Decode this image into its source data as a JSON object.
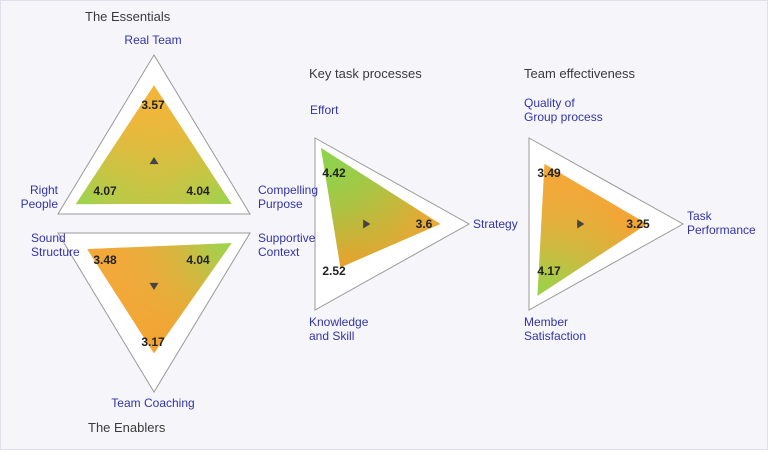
{
  "page": {
    "background": "#f6f6fa"
  },
  "colors": {
    "label_blue": "#3333aa",
    "title_gray": "#3a3a3a",
    "value_dark": "#222222",
    "outline": "#999999",
    "triangle_fill": "#ffffff",
    "marker": "#444444"
  },
  "chart_data": [
    {
      "type": "radar",
      "variant": "triangle",
      "title": "The Essentials",
      "scale": {
        "min": 0,
        "max": 5
      },
      "legend": "none",
      "vertices": [
        {
          "label": "Real Team",
          "value": 3.57,
          "color": "#f2b53a"
        },
        {
          "label": "Right\nPeople",
          "value": 4.07,
          "color": "#9cd44e"
        },
        {
          "label": "Compelling\nPurpose",
          "value": 4.04,
          "color": "#9cd44e"
        }
      ]
    },
    {
      "type": "radar",
      "variant": "triangle",
      "title": "The Enablers",
      "scale": {
        "min": 0,
        "max": 5
      },
      "legend": "none",
      "vertices": [
        {
          "label": "Sound\nStructure",
          "value": 3.48,
          "color": "#f2a93a"
        },
        {
          "label": "Supportive\nContext",
          "value": 4.04,
          "color": "#9cd44e"
        },
        {
          "label": "Team Coaching",
          "value": 3.17,
          "color": "#f2a432"
        }
      ]
    },
    {
      "type": "radar",
      "variant": "triangle",
      "title": "Key task processes",
      "scale": {
        "min": 0,
        "max": 5
      },
      "legend": "none",
      "vertices": [
        {
          "label": "Effort",
          "value": 4.42,
          "color": "#8fd24c"
        },
        {
          "label": "Strategy",
          "value": 3.6,
          "color": "#f0a735"
        },
        {
          "label": "Knowledge\nand Skill",
          "value": 2.52,
          "color": "#ee9e2b"
        }
      ]
    },
    {
      "type": "radar",
      "variant": "triangle",
      "title": "Team effectiveness",
      "scale": {
        "min": 0,
        "max": 5
      },
      "legend": "none",
      "vertices": [
        {
          "label": "Quality of\nGroup process",
          "value": 3.49,
          "color": "#f2a93a"
        },
        {
          "label": "Task\nPerformance",
          "value": 3.25,
          "color": "#f0a533"
        },
        {
          "label": "Member\nSatisfaction",
          "value": 4.17,
          "color": "#98d34a"
        }
      ]
    }
  ]
}
